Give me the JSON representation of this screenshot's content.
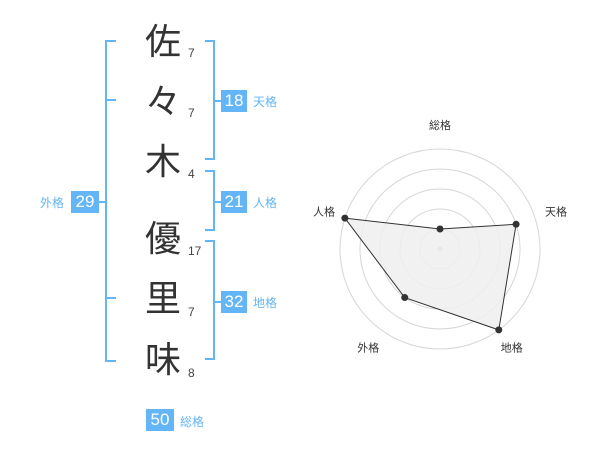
{
  "name": {
    "chars": [
      {
        "char": "佐",
        "strokes": "7"
      },
      {
        "char": "々",
        "strokes": "7"
      },
      {
        "char": "木",
        "strokes": "4"
      },
      {
        "char": "優",
        "strokes": "17"
      },
      {
        "char": "里",
        "strokes": "7"
      },
      {
        "char": "味",
        "strokes": "8"
      }
    ]
  },
  "kakusu": {
    "tenkaku": {
      "value": "18",
      "label": "天格"
    },
    "jinkaku": {
      "value": "21",
      "label": "人格"
    },
    "chikaku": {
      "value": "32",
      "label": "地格"
    },
    "gaikaku": {
      "value": "29",
      "label": "外格"
    },
    "soukaku": {
      "value": "50",
      "label": "総格"
    }
  },
  "colors": {
    "bracket": "#64b5f6",
    "badge": "#64b5f6",
    "label": "#64b5f6",
    "radar_fill": "#eeeeee",
    "radar_line": "#333333",
    "radar_ring": "#d6d6d6"
  },
  "chart_data": {
    "type": "radar",
    "categories": [
      "総格",
      "天格",
      "地格",
      "外格",
      "人格"
    ],
    "values": [
      1,
      4,
      5,
      3,
      5
    ],
    "range": [
      0,
      5
    ],
    "rings": 5
  }
}
